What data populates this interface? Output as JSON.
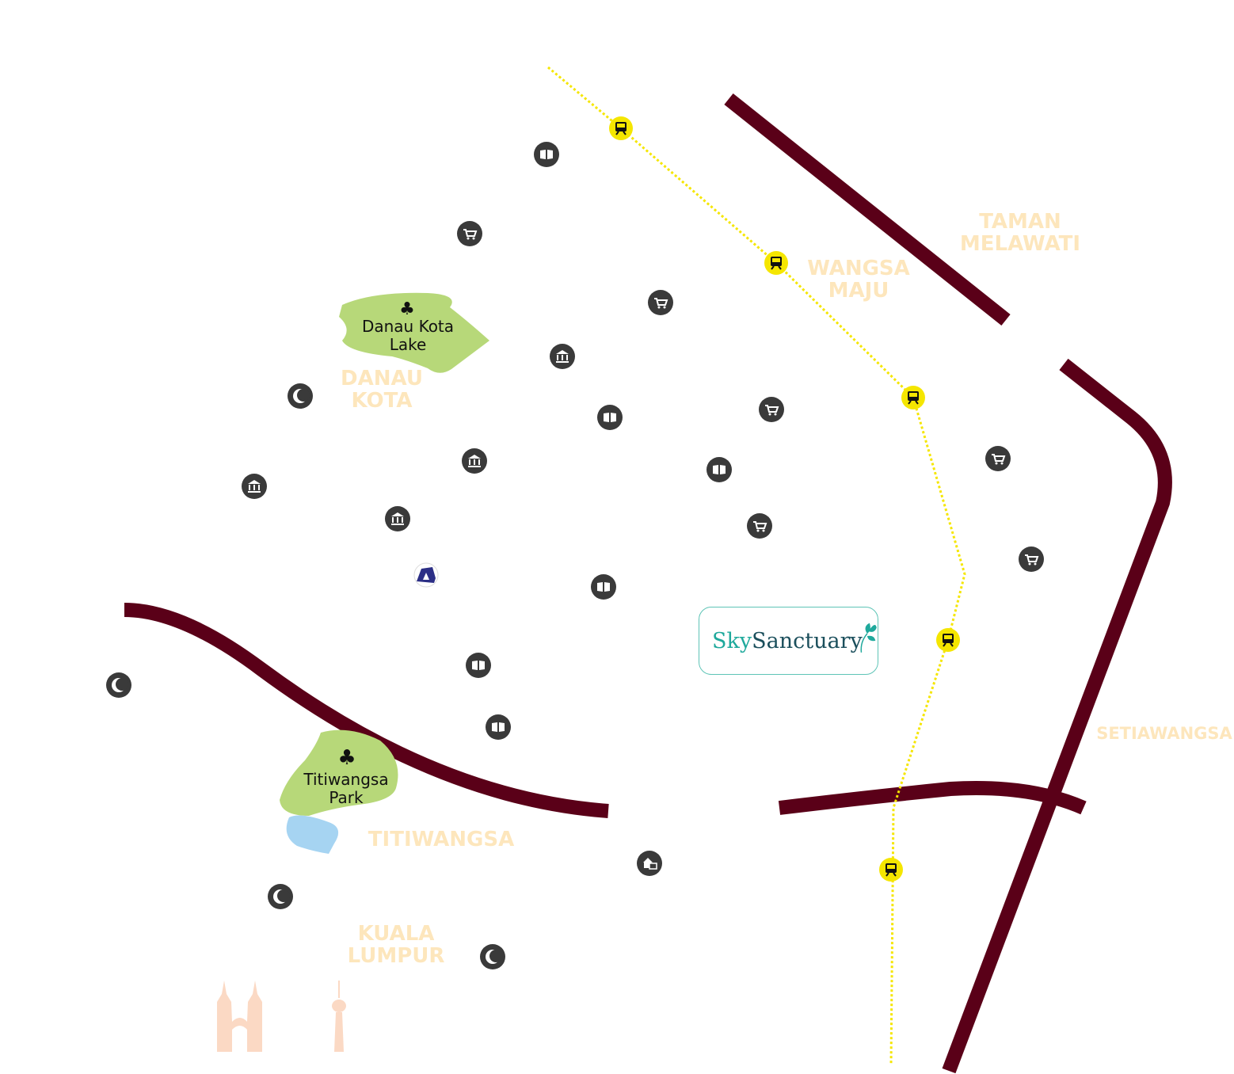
{
  "map": {
    "areas": [
      "TAMAN",
      "MELAWATI",
      "WANGSA",
      "MAJU",
      "DANAU",
      "KOTA",
      "SETIAWANGSA",
      "TITIWANGSA",
      "KUALA",
      "LUMPUR"
    ],
    "parks": [
      {
        "line1": "Danau Kota",
        "line2": "Lake"
      },
      {
        "line1": "Titiwangsa",
        "line2": "Park"
      }
    ],
    "logo": {
      "part1": "Sky",
      "part2": "Sanctuary"
    },
    "colors": {
      "road": "#5a0018",
      "rail": "#f5e600",
      "park": "#b7d879",
      "water": "#a6d4f2",
      "area_label": "#fde6bc",
      "poi": "#3a3a3a"
    },
    "markers": [
      "library-icon",
      "cart-icon",
      "museum-icon",
      "mosque-icon",
      "train-station-icon",
      "school-icon",
      "landmark-icon"
    ]
  }
}
